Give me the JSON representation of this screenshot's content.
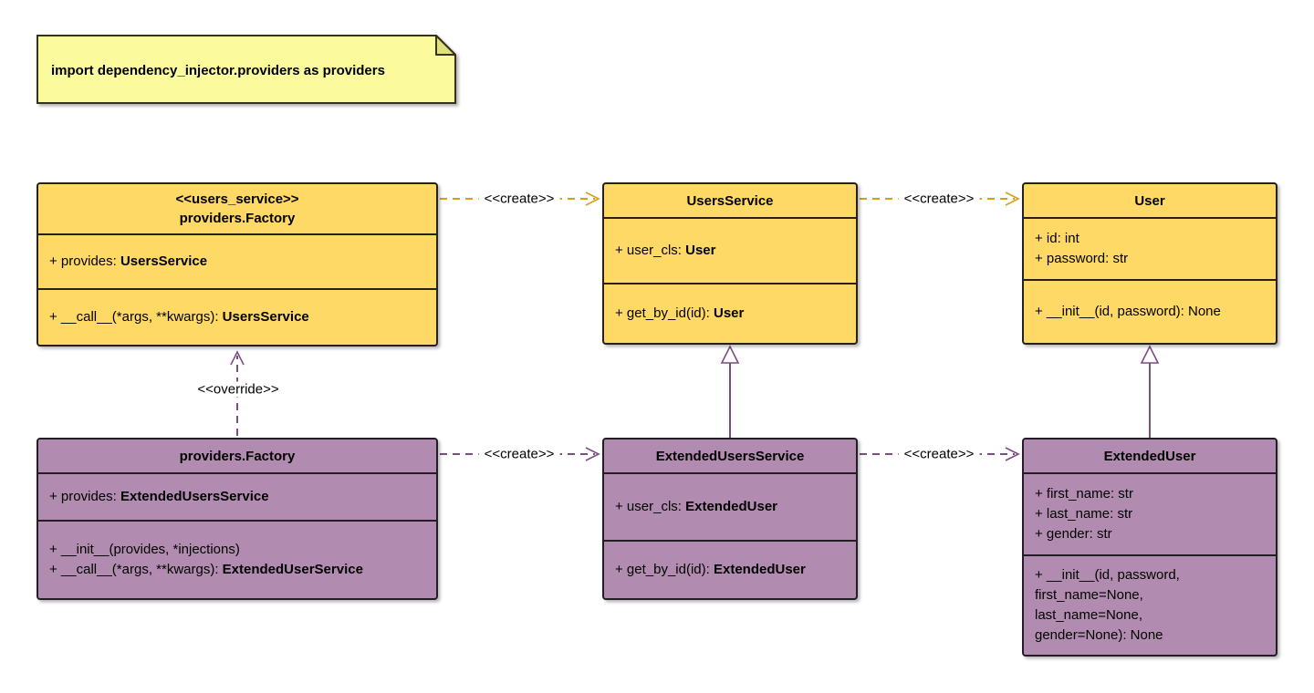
{
  "note": {
    "text": "import dependency_injector.providers as providers"
  },
  "labels": {
    "create": "<<create>>",
    "override": "<<override>>"
  },
  "colors": {
    "class_yellow_fill": "#FFD966",
    "class_purple_fill": "#B18CB0",
    "border_dark": "#27211C",
    "arrow_yellow": "#D4A017",
    "arrow_purple": "#7C4D82",
    "note_fill": "#FBFB9E",
    "note_fold": "#E0E07D"
  },
  "classes": {
    "factory_users": {
      "stereotype": "<<users_service>>",
      "name": "providers.Factory",
      "attributes": [
        {
          "pre": "+ provides: ",
          "bold": "UsersService"
        }
      ],
      "methods": [
        {
          "pre": "+ __call__(*args, **kwargs): ",
          "bold": "UsersService"
        }
      ]
    },
    "users_service": {
      "name": "UsersService",
      "attributes": [
        {
          "pre": "+ user_cls: ",
          "bold": "User"
        }
      ],
      "methods": [
        {
          "pre": "+ get_by_id(id): ",
          "bold": "User"
        }
      ]
    },
    "user": {
      "name": "User",
      "attributes": [
        {
          "pre": "+ id: int"
        },
        {
          "pre": "+ password: str"
        }
      ],
      "methods": [
        {
          "pre": "+ __init__(id, password): None"
        }
      ]
    },
    "factory_extended": {
      "name": "providers.Factory",
      "attributes": [
        {
          "pre": "+ provides: ",
          "bold": "ExtendedUsersService"
        }
      ],
      "methods": [
        {
          "pre": "+ __init__(provides, *injections)"
        },
        {
          "pre": "+ __call__(*args, **kwargs): ",
          "bold": "ExtendedUserService"
        }
      ]
    },
    "extended_users_service": {
      "name": "ExtendedUsersService",
      "attributes": [
        {
          "pre": "+ user_cls: ",
          "bold": "ExtendedUser"
        }
      ],
      "methods": [
        {
          "pre": "+ get_by_id(id): ",
          "bold": "ExtendedUser"
        }
      ]
    },
    "extended_user": {
      "name": "ExtendedUser",
      "attributes": [
        {
          "pre": "+ first_name: str"
        },
        {
          "pre": "+ last_name: str"
        },
        {
          "pre": "+ gender: str"
        }
      ],
      "methods": [
        {
          "pre": "+ __init__(id, password,"
        },
        {
          "pre": "first_name=None,"
        },
        {
          "pre": "last_name=None,"
        },
        {
          "pre": "gender=None): None"
        }
      ]
    }
  }
}
